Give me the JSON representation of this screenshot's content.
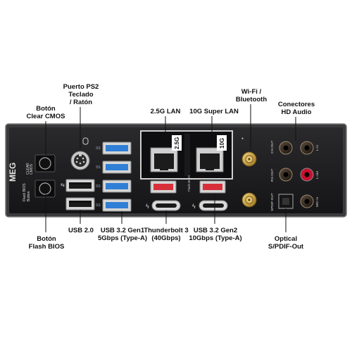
{
  "labels": {
    "ps2": [
      "Puerto PS2",
      "Teclado",
      "/ Ratón"
    ],
    "clear_cmos": [
      "Botón",
      "Clear CMOS"
    ],
    "lan_25g": "2.5G LAN",
    "lan_10g": "10G Super LAN",
    "wifi": [
      "Wi-Fi /",
      "Bluetooth"
    ],
    "hd_audio": [
      "Conectores",
      "HD Audio"
    ],
    "flash_bios": [
      "Botón",
      "Flash BIOS"
    ],
    "usb20": "USB 2.0",
    "usb32gen1": [
      "USB 3.2 Gen1",
      "5Gbps (Type-A)"
    ],
    "thunderbolt": [
      "Thunderbolt 3",
      "(40Gbps)"
    ],
    "usb32gen2": [
      "USB 3.2 Gen2",
      "10Gbps (Type-A)"
    ],
    "optical": [
      "Optical",
      "S/PDIF-Out"
    ]
  },
  "panel_text": {
    "brand": "MEG",
    "clear_cmos_btn": [
      "CLEAR",
      "CMOS"
    ],
    "flash_bios_btn": [
      "Flash BIOS",
      "Button"
    ],
    "lan1_badge": "2.5G",
    "lan2_badge": "10G",
    "flash_bios_small": "Flash BIOS",
    "cs_out": "CS-OUT",
    "rs_out": "RS-OUT",
    "spdif_out": "SPDIF-OUT",
    "lin": "L-in",
    "lout": "L-out",
    "micin": "MIC-in",
    "ss": "SS"
  },
  "colors": {
    "panel": "#1b1b1d",
    "usb_blue": "#2f7fd6",
    "usb_red": "#d8303b",
    "gold": "#c9a24a",
    "audio_red": "#c8102e"
  }
}
